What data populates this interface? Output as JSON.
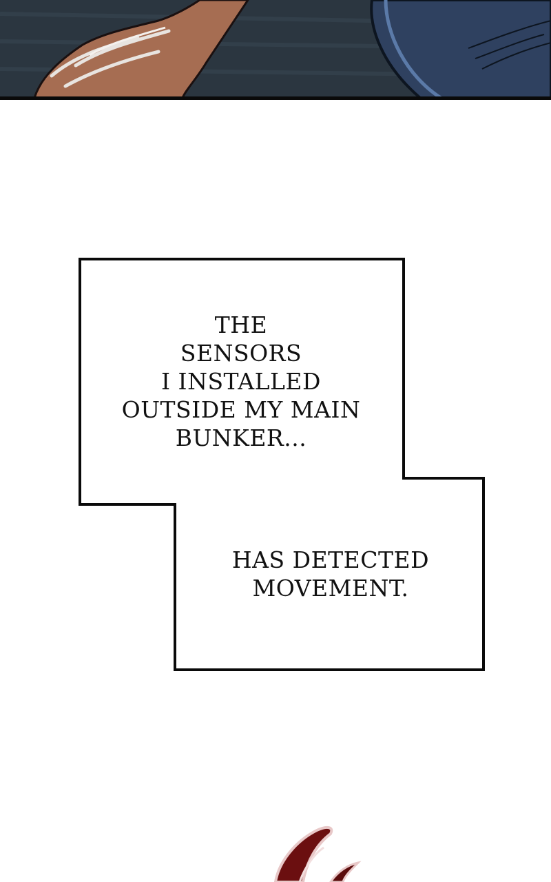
{
  "captions": [
    {
      "lines": [
        "THE",
        "SENSORS",
        "I INSTALLED",
        "OUTSIDE MY MAIN",
        "BUNKER..."
      ]
    },
    {
      "lines": [
        "HAS DETECTED",
        "MOVEMENT."
      ]
    }
  ],
  "colors": {
    "panel_bg": "#2a3540",
    "skin": "#a86e52",
    "sleeve": "#2e3f5c",
    "ink": "#111111",
    "blood": "#6a1010"
  },
  "illustrations": {
    "top_panel": "hand-on-surface-art",
    "bottom_panel": "red-splash-art"
  }
}
